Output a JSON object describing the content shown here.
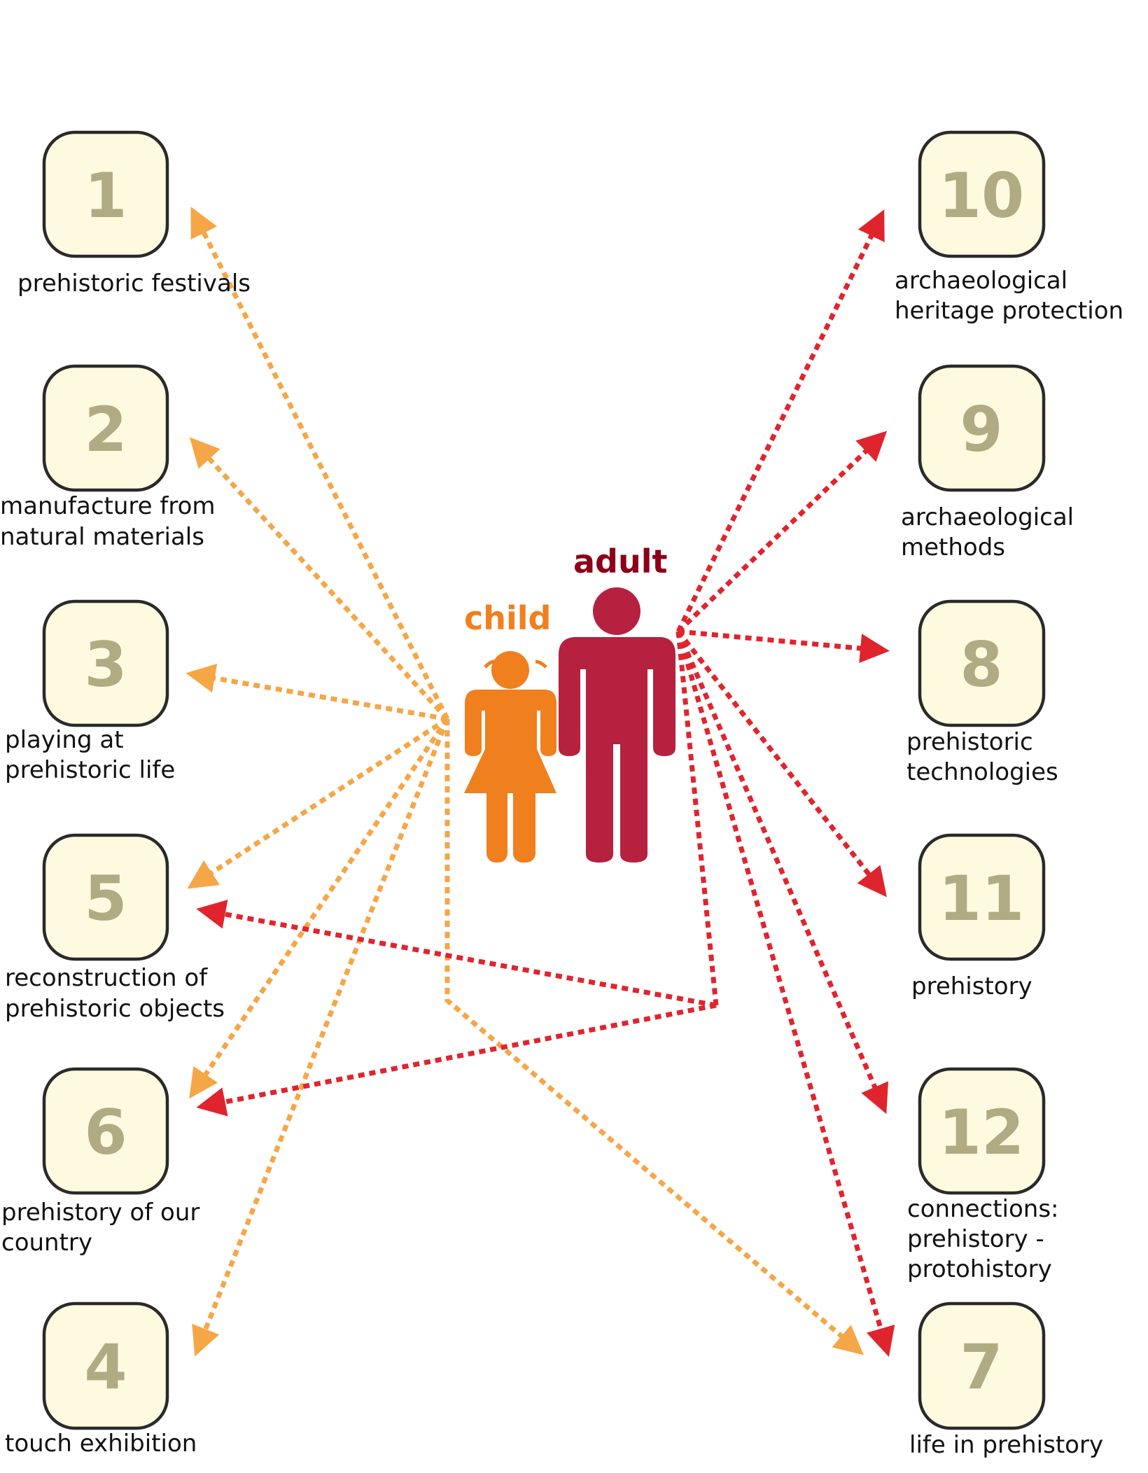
{
  "colors": {
    "child": "#f07f1e",
    "adult": "#b5213f",
    "adult_label": "#8b0018",
    "child_links": "#f5a646",
    "adult_links": "#e0242e",
    "box_fill": "#fefae0",
    "number": "#b0ab83"
  },
  "people": {
    "child": "child",
    "adult": "adult"
  },
  "topics": [
    {
      "number": "1",
      "lines": [
        "prehistoric festivals"
      ]
    },
    {
      "number": "2",
      "lines": [
        "manufacture from",
        "natural materials"
      ]
    },
    {
      "number": "3",
      "lines": [
        "playing at",
        "prehistoric life"
      ]
    },
    {
      "number": "5",
      "lines": [
        "reconstruction of",
        "prehistoric objects"
      ]
    },
    {
      "number": "6",
      "lines": [
        "prehistory of our",
        "country"
      ]
    },
    {
      "number": "4",
      "lines": [
        "touch exhibition"
      ]
    },
    {
      "number": "10",
      "lines": [
        "archaeological",
        "heritage protection"
      ]
    },
    {
      "number": "9",
      "lines": [
        "archaeological",
        "methods"
      ]
    },
    {
      "number": "8",
      "lines": [
        "prehistoric",
        "technologies"
      ]
    },
    {
      "number": "11",
      "lines": [
        "prehistory"
      ]
    },
    {
      "number": "12",
      "lines": [
        "connections:",
        "prehistory -",
        "protohistory"
      ]
    },
    {
      "number": "7",
      "lines": [
        "life in prehistory"
      ]
    }
  ],
  "links": {
    "child": [
      "1",
      "2",
      "3",
      "5",
      "6",
      "4",
      "7"
    ],
    "adult": [
      "10",
      "9",
      "8",
      "11",
      "12",
      "7",
      "5",
      "6"
    ]
  }
}
